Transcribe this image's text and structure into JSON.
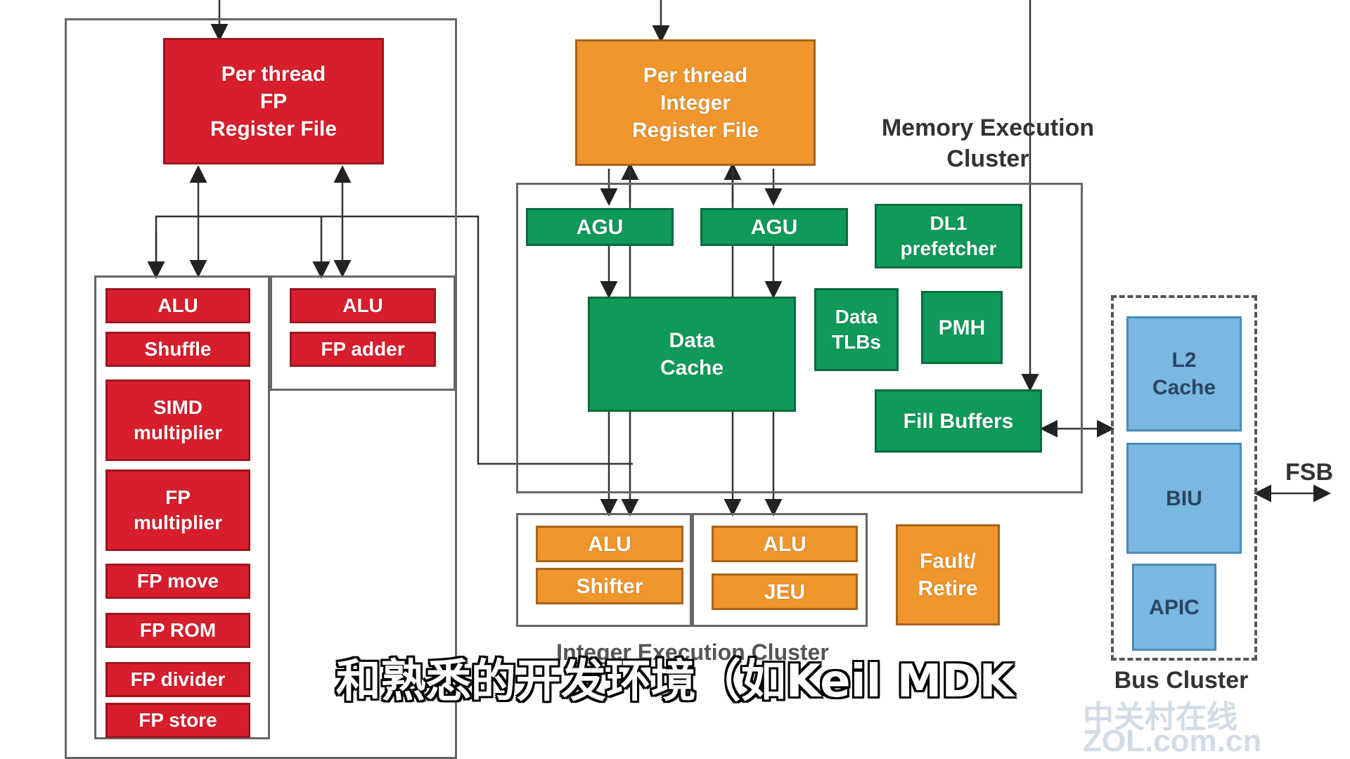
{
  "fp_block": {
    "register_file": "Per thread\nFP\nRegister File",
    "units_left": [
      "ALU",
      "Shuffle",
      "SIMD\nmultiplier",
      "FP\nmultiplier",
      "FP move",
      "FP ROM",
      "FP divider",
      "FP store"
    ],
    "units_right": [
      "ALU",
      "FP adder"
    ]
  },
  "integer_register_file": "Per thread\nInteger\nRegister File",
  "memory_cluster": {
    "title": "Memory Execution\nCluster",
    "agu_1": "AGU",
    "agu_2": "AGU",
    "dl1_prefetcher": "DL1\nprefetcher",
    "data_cache": "Data\nCache",
    "data_tlbs": "Data\nTLBs",
    "pmh": "PMH",
    "fill_buffers": "Fill Buffers"
  },
  "integer_cluster": {
    "title": "Integer Execution Cluster",
    "alu_1": "ALU",
    "shifter": "Shifter",
    "alu_2": "ALU",
    "jeu": "JEU",
    "fault_retire": "Fault/\nRetire"
  },
  "bus_cluster": {
    "title": "Bus Cluster",
    "l2_cache": "L2\nCache",
    "biu": "BIU",
    "apic": "APIC",
    "fsb": "FSB"
  },
  "watermark": {
    "line1": "中关村在线",
    "line2": "ZOL.com.cn"
  },
  "subtitle": "和熟悉的开发环境（如Keil MDK"
}
